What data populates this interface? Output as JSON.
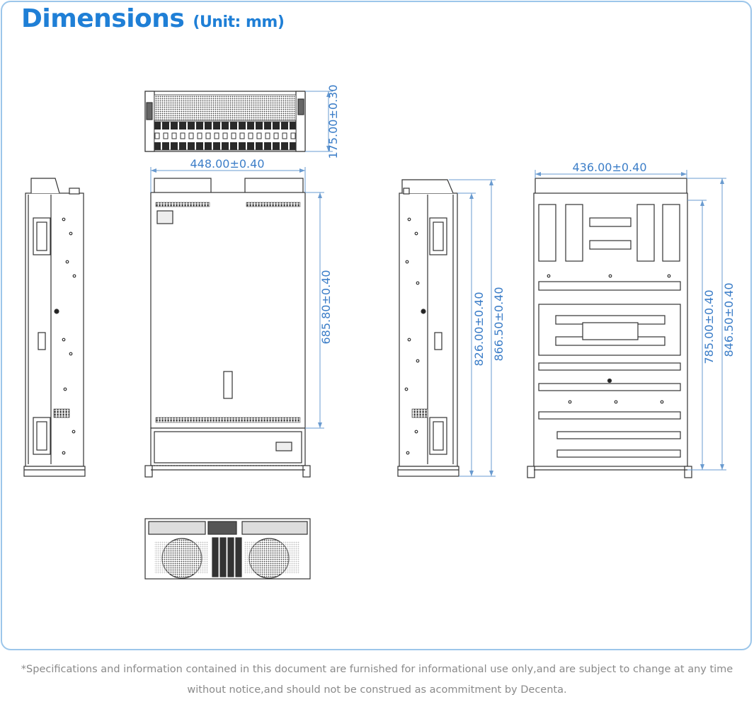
{
  "header": {
    "title": "Dimensions",
    "unit": "(Unit: mm)"
  },
  "dimensions": {
    "height": "175.00±0.30",
    "front_width": "448.00±0.40",
    "top_depth": "685.80±0.40",
    "side_depth_1": "826.00±0.40",
    "side_depth_2": "866.50±0.40",
    "bottom_width": "436.00±0.40",
    "bottom_depth_1": "785.00±0.40",
    "bottom_depth_2": "846.50±0.40"
  },
  "footer": {
    "line1": "*Specifications and information contained in this document are furnished for informational use only,and are subject to change at any time",
    "line2": "without notice,and should not be construed as acommitment by Decenta."
  },
  "colors": {
    "title": "#1f7fd6",
    "dimension": "#3c7ec8",
    "border": "#9cc6ea",
    "line": "#333333"
  }
}
